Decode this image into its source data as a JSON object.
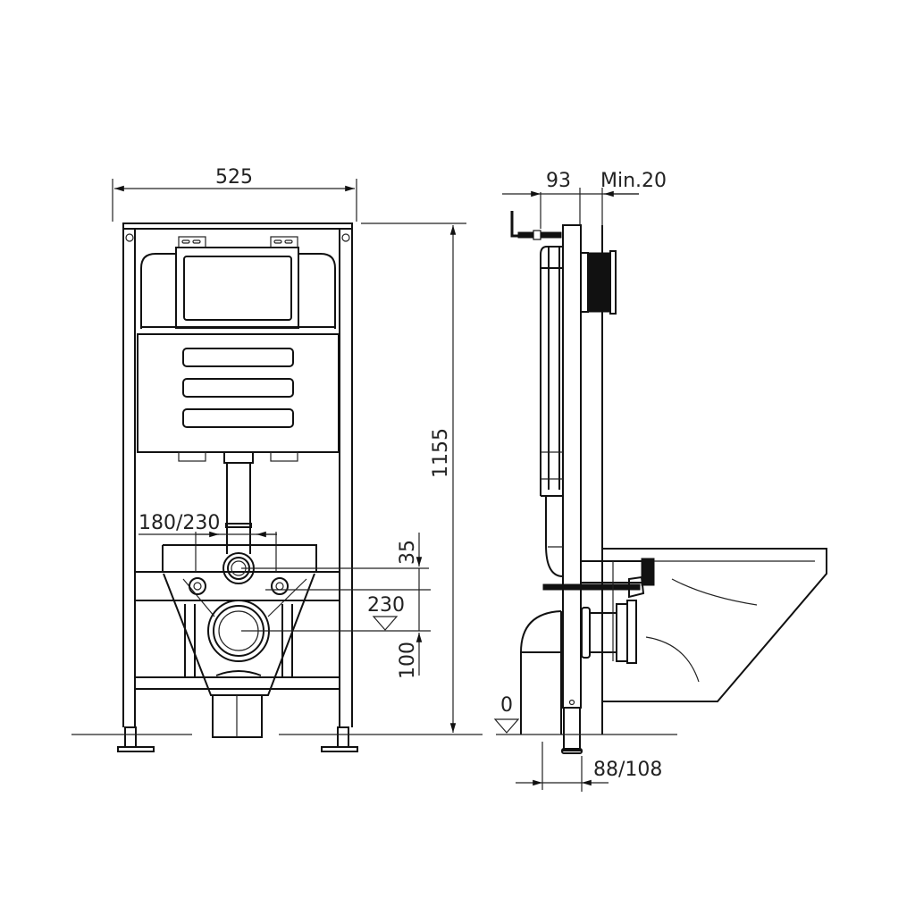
{
  "drawing": {
    "title": "Concealed cistern installation frame — front and side views",
    "colors": {
      "line": "#111111",
      "background": "#ffffff"
    },
    "front_view": {
      "dimensions": {
        "width": "525",
        "height": "1155",
        "pipe_spacing": "180/230",
        "connection_offset": "35",
        "drain_height": "230",
        "drain_offset": "100"
      }
    },
    "side_view": {
      "dimensions": {
        "depth": "93",
        "min_clearance": "Min.20",
        "floor_level": "0",
        "foot_range": "88/108"
      }
    }
  }
}
